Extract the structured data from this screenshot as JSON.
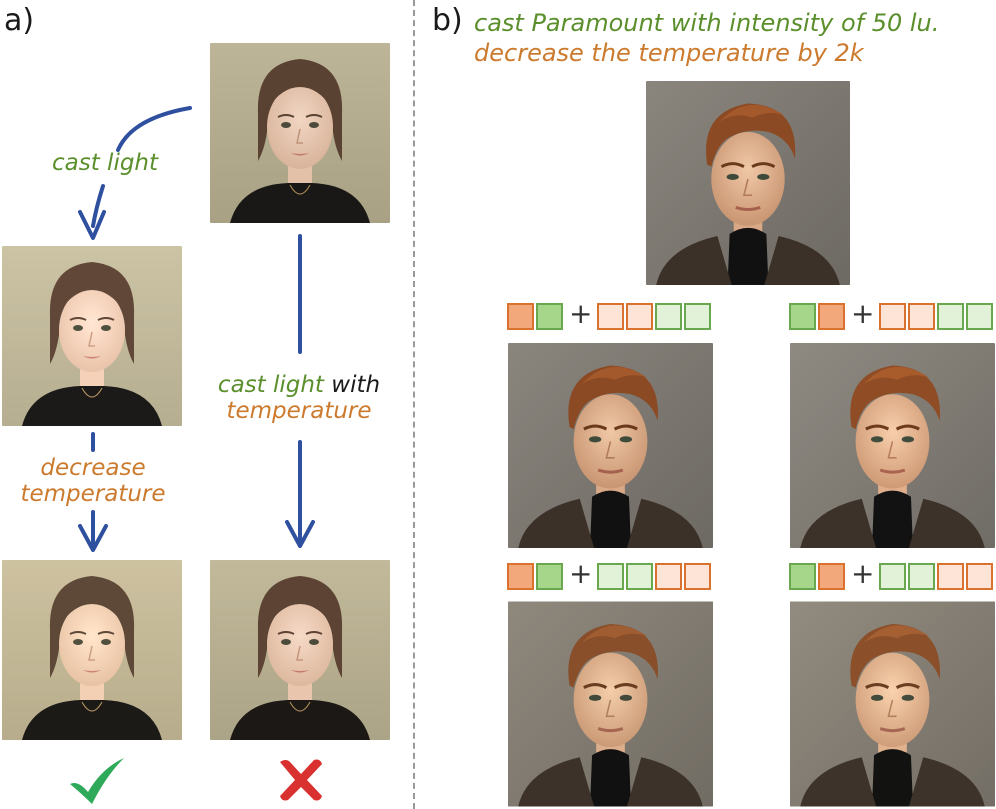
{
  "panel_a": {
    "label": "a)",
    "cast_light": "cast light",
    "with_word": "with",
    "temperature_word": "temperature",
    "decrease_line1": "decrease",
    "decrease_line2": "temperature",
    "success_icon": "checkmark-icon",
    "failure_icon": "cross-icon"
  },
  "panel_b": {
    "label": "b)",
    "instruction_line1": "cast Paramount with intensity of 50 lu.",
    "instruction_line2": "decrease the temperature by 2k",
    "token_rows": [
      {
        "left": [
          "orange",
          "green"
        ],
        "right": [
          "orange-light",
          "orange-light",
          "green-light",
          "green-light"
        ]
      },
      {
        "left": [
          "green",
          "orange"
        ],
        "right": [
          "orange-light",
          "orange-light",
          "green-light",
          "green-light"
        ]
      },
      {
        "left": [
          "orange",
          "green"
        ],
        "right": [
          "green-light",
          "green-light",
          "orange-light",
          "orange-light"
        ]
      },
      {
        "left": [
          "green",
          "orange"
        ],
        "right": [
          "green-light",
          "green-light",
          "orange-light",
          "orange-light"
        ]
      }
    ]
  },
  "colors": {
    "arrow": "#2f4f9f",
    "green": "#5a8f2c",
    "orange": "#cc7a2e",
    "check": "#2faa5a",
    "cross": "#d93030"
  }
}
